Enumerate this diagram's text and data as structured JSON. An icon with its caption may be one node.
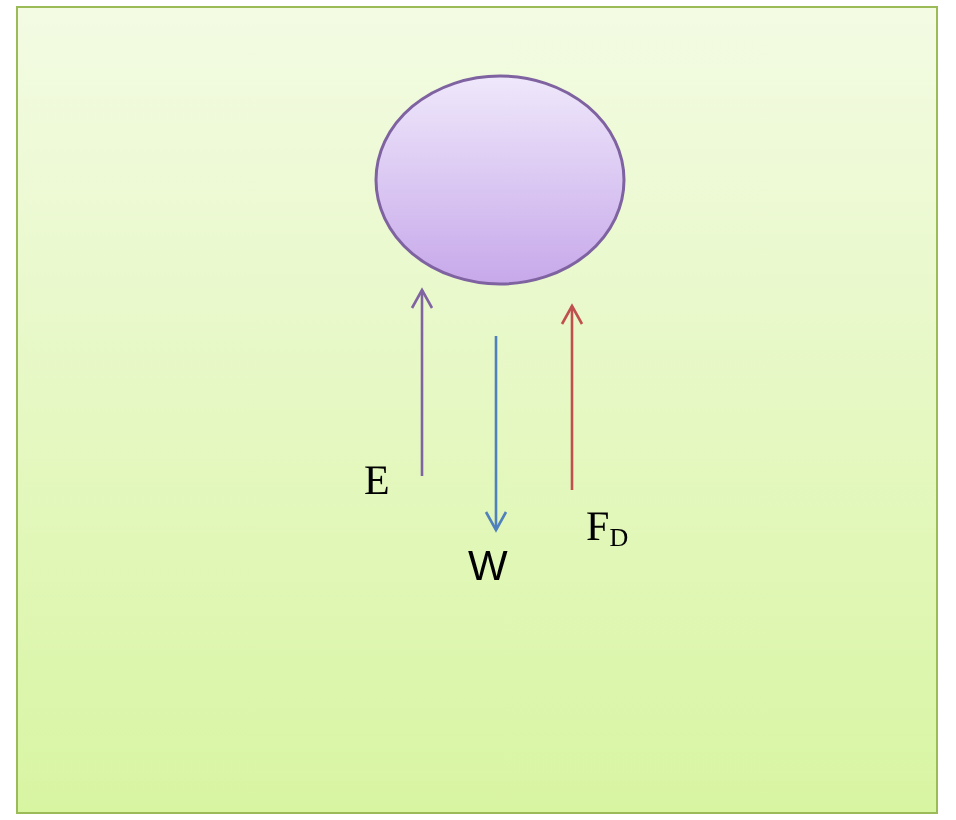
{
  "diagram": {
    "nodes": [
      {
        "text": [],
        "shape": "circle"
      }
    ],
    "labels": [
      "E",
      "W",
      "F$_{D}$"
    ]
  }
}
